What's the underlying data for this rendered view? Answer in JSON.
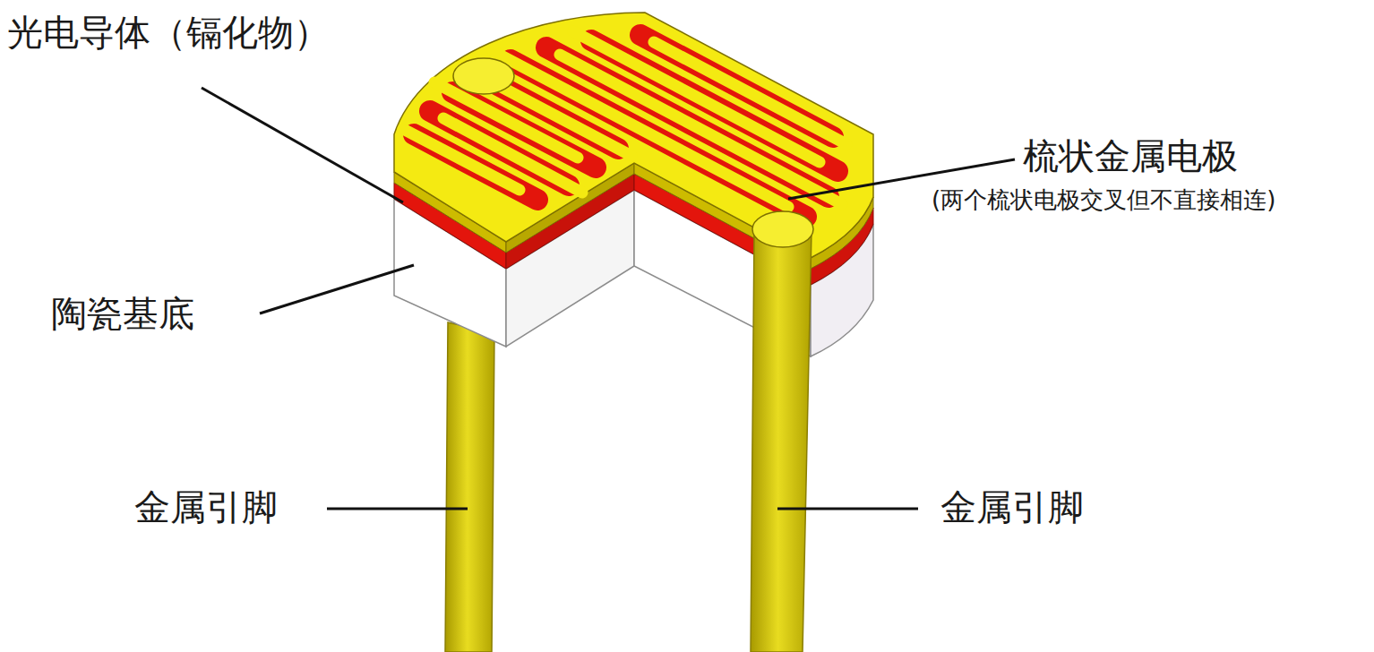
{
  "diagram": {
    "labels": [
      "光电导体（镉化物）",
      "梳状金属电极",
      "(两个梳状电极交叉但不直接相连)",
      "陶瓷基底",
      "金属引脚",
      "金属引脚"
    ]
  }
}
